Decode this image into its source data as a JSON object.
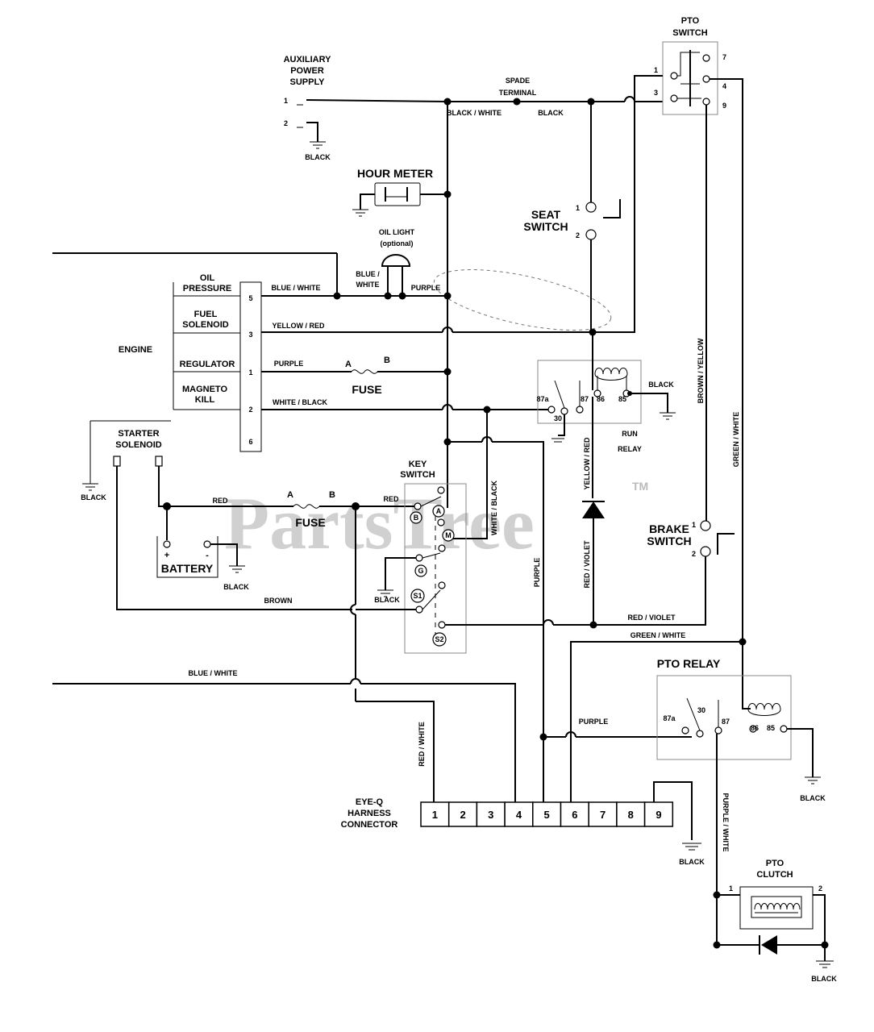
{
  "watermark": {
    "text": "PartsTree",
    "tm": "TM"
  },
  "components": {
    "aux_power": {
      "title_1": "AUXILIARY",
      "title_2": "POWER",
      "title_3": "SUPPLY",
      "pin1": "1",
      "pin2": "2",
      "ground": "BLACK"
    },
    "spade_terminal": {
      "line1": "SPADE",
      "line2": "TERMINAL"
    },
    "pto_switch": {
      "title_1": "PTO",
      "title_2": "SWITCH",
      "pins": [
        "1",
        "3",
        "7",
        "4",
        "9"
      ]
    },
    "hour_meter": {
      "title": "HOUR METER"
    },
    "oil_light": {
      "line1": "OIL LIGHT",
      "line2": "(optional)"
    },
    "seat_switch": {
      "title_1": "SEAT",
      "title_2": "SWITCH",
      "pin1": "1",
      "pin2": "2"
    },
    "engine": {
      "title": "ENGINE",
      "oil_pressure_1": "OIL",
      "oil_pressure_2": "PRESSURE",
      "fuel_solenoid_1": "FUEL",
      "fuel_solenoid_2": "SOLENOID",
      "regulator": "REGULATOR",
      "magneto_kill_1": "MAGNETO",
      "magneto_kill_2": "KILL",
      "pins": [
        "5",
        "3",
        "1",
        "2",
        "6"
      ]
    },
    "fuse_top": {
      "title": "FUSE",
      "a": "A",
      "b": "B"
    },
    "run_relay": {
      "title_1": "RUN",
      "title_2": "RELAY",
      "pins": [
        "87a",
        "87",
        "86",
        "85",
        "30"
      ]
    },
    "starter_solenoid": {
      "title_1": "STARTER",
      "title_2": "SOLENOID",
      "ground": "BLACK"
    },
    "key_switch": {
      "title_1": "KEY",
      "title_2": "SWITCH",
      "terminals": [
        "B",
        "A",
        "M",
        "G",
        "S1",
        "S2"
      ]
    },
    "fuse_bottom": {
      "title": "FUSE",
      "a": "A",
      "b": "B"
    },
    "battery": {
      "title": "BATTERY",
      "plus": "+",
      "minus": "-",
      "ground": "BLACK"
    },
    "brake_switch": {
      "title_1": "BRAKE",
      "title_2": "SWITCH",
      "pin1": "1",
      "pin2": "2"
    },
    "pto_relay": {
      "title": "PTO RELAY",
      "pins": [
        "87a",
        "30",
        "87",
        "86",
        "85"
      ]
    },
    "harness": {
      "title_1": "EYE-Q",
      "title_2": "HARNESS",
      "title_3": "CONNECTOR",
      "pins": [
        "1",
        "2",
        "3",
        "4",
        "5",
        "6",
        "7",
        "8",
        "9"
      ],
      "ground": "BLACK"
    },
    "pto_clutch": {
      "title_1": "PTO",
      "title_2": "CLUTCH",
      "pin1": "1",
      "pin2": "2",
      "ground": "BLACK"
    }
  },
  "wires": {
    "black_white": "BLACK / WHITE",
    "black_spade": "BLACK",
    "blue_white_top": "BLUE / WHITE",
    "blue_white_left_1": "BLUE /",
    "blue_white_left_2": "WHITE",
    "purple_oil": "PURPLE",
    "yellow_red": "YELLOW / RED",
    "purple_reg": "PURPLE",
    "white_black": "WHITE / BLACK",
    "black_relay": "BLACK",
    "yellow_red_vert": "YELLOW / RED",
    "brown_yellow": "BROWN / YELLOW",
    "green_white_vert": "GREEN / WHITE",
    "red": "RED",
    "red_key": "RED",
    "white_black_vert": "WHITE / BLACK",
    "purple_vert": "PURPLE",
    "red_violet_vert": "RED / VIOLET",
    "brown": "BROWN",
    "black_battery": "BLACK",
    "black_key": "BLACK",
    "red_violet_h": "RED / VIOLET",
    "green_white_h": "GREEN / WHITE",
    "blue_white_bottom": "BLUE / WHITE",
    "red_white_vert": "RED / WHITE",
    "purple_pto": "PURPLE",
    "purple_white_vert": "PURPLE / WHITE",
    "black_starter": "BLACK"
  }
}
